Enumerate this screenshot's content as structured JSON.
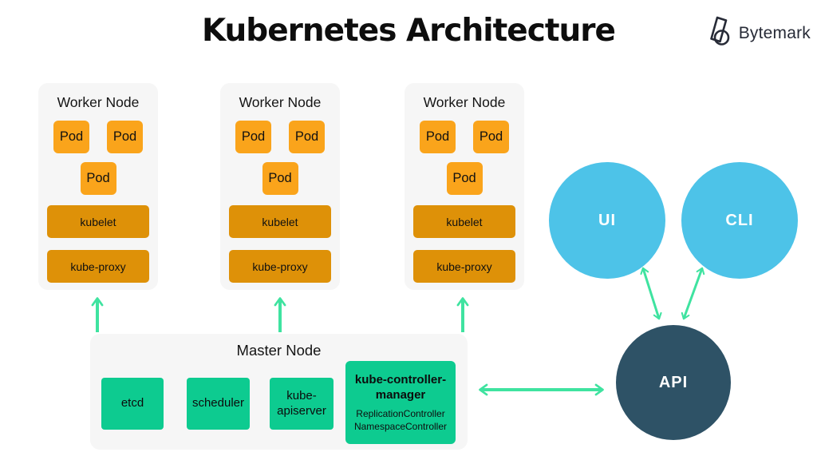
{
  "title": "Kubernetes Architecture",
  "brand": {
    "name": "Bytemark",
    "icon": "bytemark-b-icon"
  },
  "worker_nodes": [
    {
      "label": "Worker Node",
      "pods": [
        "Pod",
        "Pod",
        "Pod"
      ],
      "kubelet": "kubelet",
      "kube_proxy": "kube-proxy"
    },
    {
      "label": "Worker Node",
      "pods": [
        "Pod",
        "Pod",
        "Pod"
      ],
      "kubelet": "kubelet",
      "kube_proxy": "kube-proxy"
    },
    {
      "label": "Worker Node",
      "pods": [
        "Pod",
        "Pod",
        "Pod"
      ],
      "kubelet": "kubelet",
      "kube_proxy": "kube-proxy"
    }
  ],
  "master_node": {
    "label": "Master Node",
    "etcd": "etcd",
    "scheduler": "scheduler",
    "kube_apiserver": "kube-apiserver",
    "kube_controller_manager": {
      "label": "kube-controller-manager",
      "controllers": [
        "ReplicationController",
        "NamespaceController"
      ]
    }
  },
  "clients": {
    "ui": "UI",
    "cli": "CLI",
    "api": "API"
  },
  "colors": {
    "pod_orange": "#faa41b",
    "component_orange": "#de9108",
    "master_green": "#0dcb90",
    "arrow_green": "#3fe3a0",
    "client_blue": "#4dc3e8",
    "api_dark_blue": "#2e5266",
    "node_background": "#f6f6f6",
    "title_black": "#0d0d0d"
  }
}
